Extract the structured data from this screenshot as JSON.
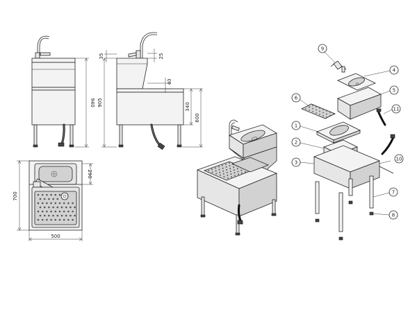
{
  "dimensions": {
    "front_height": "940",
    "side_top_35": "35",
    "side_top_25": "25",
    "side_40": "40",
    "side_905": "905",
    "side_340": "340",
    "side_600": "600",
    "plan_290": "290",
    "plan_700": "700",
    "plan_500": "500"
  },
  "callouts": [
    "1",
    "2",
    "3",
    "4",
    "5",
    "6",
    "7",
    "8",
    "9",
    "10",
    "11"
  ]
}
